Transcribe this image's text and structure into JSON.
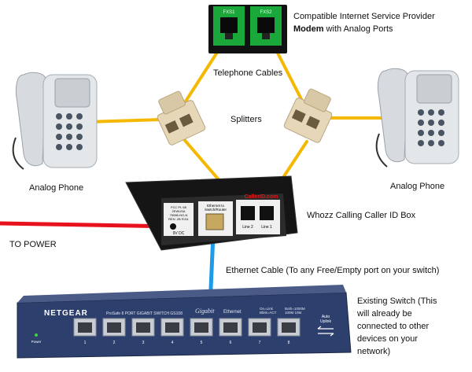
{
  "labels": {
    "modem_line1": "Compatible Internet Service Provider",
    "modem_bold": "Modem",
    "modem_rest": " with Analog Ports",
    "telephone_cables": "Telephone Cables",
    "splitters": "Splitters",
    "analog_phone_left": "Analog Phone",
    "analog_phone_right": "Analog Phone",
    "caller_id_box": "Whozz Calling Caller ID Box",
    "to_power": "TO POWER",
    "ethernet_cable": "Ethernet Cable (To any Free/Empty port on your switch)",
    "switch_line1": "Existing Switch (This",
    "switch_line2": "will already be",
    "switch_line3": "connected to other",
    "switch_line4": "devices on your",
    "switch_line5": "network)"
  },
  "modem": {
    "port1": "FXS1",
    "port2": "FXS2"
  },
  "caller_box": {
    "brand": "CallerID.com",
    "ethernet_label_1": "Ethernet to",
    "ethernet_label_2": "Switch/Router",
    "power_label": "9V DC",
    "line2": "Line 2",
    "line1": "Line 1",
    "fcc_1": "FCC Pt. 68",
    "fcc_2": "2EWUSA",
    "fcc_3": "75086-NO-N",
    "fcc_4": "REN .2B RJ11"
  },
  "switch": {
    "brand": "NETGEAR",
    "model": "ProSafe 8 PORT GIGABIT SWITCH  GS108",
    "gigabit": "Gigabit",
    "ethernet": "Ethernet",
    "power": "Power",
    "uplink_1": "Auto",
    "uplink_2": "Uplink",
    "led_legend_1": "On=Link",
    "led_legend_2": "Blink=ACT",
    "led_legend_3": "Both=1000M",
    "led_legend_4": "100M   10M",
    "ports": [
      "1",
      "2",
      "3",
      "4",
      "5",
      "6",
      "7",
      "8"
    ]
  },
  "colors": {
    "telephone_cable": "#f5b800",
    "power_cable": "#e8121e",
    "ethernet_cable": "#1e9be8",
    "modem_green": "#1aa83a",
    "switch_blue": "#2d3f6c",
    "splitter_beige": "#e6d7b8"
  }
}
